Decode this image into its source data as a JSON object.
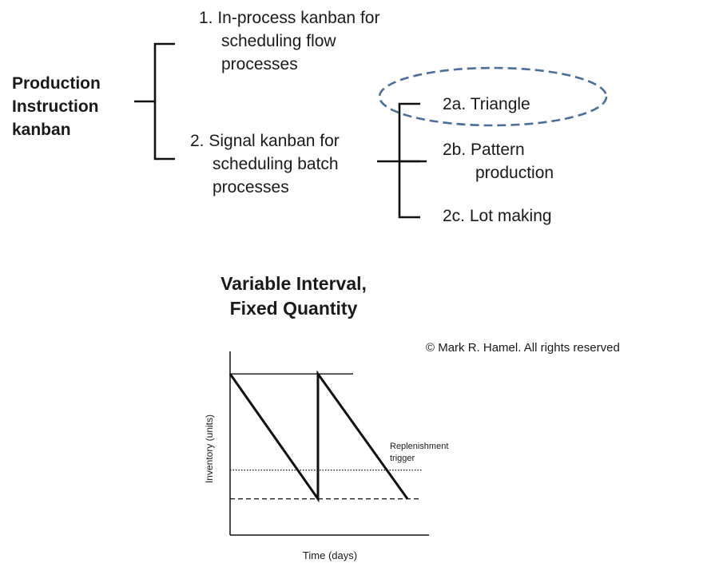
{
  "tree": {
    "root_lines": [
      "Production",
      "Instruction",
      "kanban"
    ],
    "item1_lines": [
      "1. In-process kanban for",
      "scheduling flow",
      "processes"
    ],
    "item2_lines": [
      "2. Signal kanban for",
      "scheduling batch",
      "processes"
    ],
    "item2a": "2a. Triangle",
    "item2b_lines": [
      "2b. Pattern",
      "production"
    ],
    "item2c": "2c. Lot making",
    "highlight_color": "#4a6e9e"
  },
  "chart": {
    "title_lines": [
      "Variable Interval,",
      "Fixed Quantity"
    ],
    "copyright": "© Mark R. Hamel. All rights reserved",
    "ylabel": "Inventory (units)",
    "xlabel": "Time (days)",
    "annotation_lines": [
      "Replenishment",
      "trigger"
    ]
  },
  "chart_data": {
    "type": "line",
    "title": "Variable Interval, Fixed Quantity",
    "xlabel": "Time (days)",
    "ylabel": "Inventory (units)",
    "series": [
      {
        "x": [
          0,
          5.3,
          5.3,
          10.7
        ],
        "y": [
          100,
          0,
          100,
          0
        ]
      }
    ],
    "reference_lines": [
      {
        "y": 100,
        "style": "solid"
      },
      {
        "y": 23,
        "style": "dotted",
        "label": "Replenishment trigger"
      },
      {
        "y": 0,
        "style": "dashed"
      }
    ],
    "xlim": [
      0,
      12
    ],
    "ylim": [
      -29,
      118
    ],
    "tick_labels": false,
    "grid": false
  }
}
